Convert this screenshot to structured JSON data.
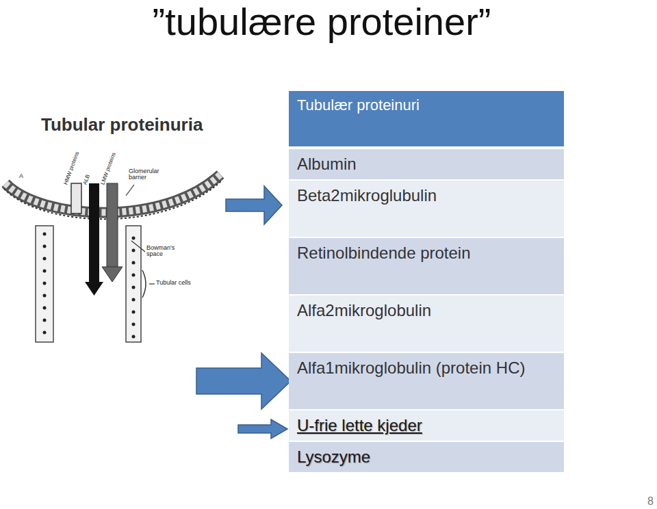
{
  "diagram": {
    "title": "”tubulære proteiner”",
    "labels": [
      "Tubular proteinuria",
      "A",
      "HMW proteins",
      "ALB",
      "LMW proteins",
      "Glomerular barrier",
      "Bowman's space",
      "Tubular cells",
      "Tubulær proteinuri",
      "Albumin",
      "Beta2mikroglubulin",
      "Retinolbindende protein",
      "Alfa2mikroglobulin",
      "Alfa1mikroglobulin (protein HC)",
      "U-frie lette kjeder",
      "Lysozyme",
      "8"
    ]
  }
}
